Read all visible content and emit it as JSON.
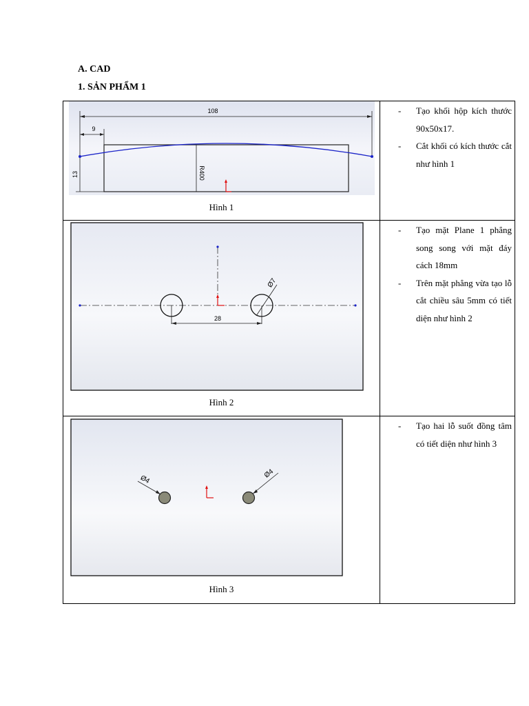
{
  "headings": {
    "section": "A.  CAD",
    "product": "1.  SẢN PHẨM 1"
  },
  "rows": [
    {
      "caption": "Hình 1",
      "dims": {
        "overall": "108",
        "offset": "9",
        "height": "13",
        "radius": "R400"
      },
      "bullets": [
        "Tạo khối hộp kích thước 90x50x17.",
        "Cắt khối có kích thước cắt như hình 1"
      ]
    },
    {
      "caption": "Hình 2",
      "dims": {
        "spacing": "28",
        "diameter": "Ø7"
      },
      "bullets": [
        "Tạo mặt Plane 1 phẳng song song với mặt đáy cách 18mm",
        "Trên mặt phẳng vừa tạo lỗ cắt chiều sâu 5mm có tiết diện như hình 2"
      ]
    },
    {
      "caption": "Hình 3",
      "dims": {
        "left": "Ø4",
        "right": "Ø4"
      },
      "bullets": [
        "Tạo hai lỗ suốt đồng tâm có tiết diện như hình 3"
      ]
    }
  ],
  "colors": {
    "sketch_line": "#1a23c8",
    "origin_arrow": "#e01010",
    "hole_fill": "#8a8a78"
  }
}
